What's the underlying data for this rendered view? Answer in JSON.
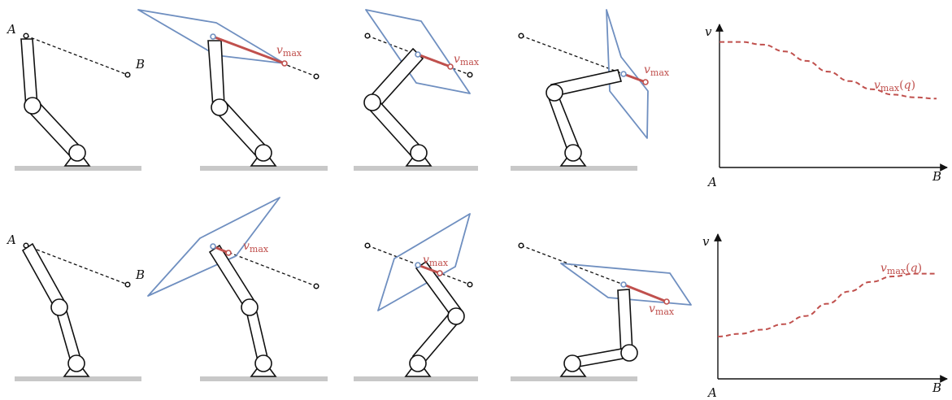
{
  "labels": {
    "A": "A",
    "B": "B",
    "v": "v",
    "vmax_v": "v",
    "vmax_sub": "max",
    "q_open": "(",
    "q": "q",
    "q_close": ")"
  },
  "colors": {
    "path": "#111111",
    "polytope": "#6f8fc0",
    "vmax": "#c0504d",
    "ground": "#c8c8c8"
  },
  "chart_data": [
    {
      "type": "line",
      "row": "top",
      "title": "",
      "xlabel": "A → B",
      "ylabel": "v",
      "x_ticks": [
        "A",
        "B"
      ],
      "series": [
        {
          "name": "vmax(q)",
          "style": "dashed",
          "color": "#c0504d",
          "x": [
            0.0,
            0.1,
            0.2,
            0.3,
            0.4,
            0.5,
            0.6,
            0.7,
            0.8,
            0.9,
            1.0
          ],
          "values": [
            0.93,
            0.93,
            0.91,
            0.86,
            0.79,
            0.71,
            0.64,
            0.58,
            0.54,
            0.52,
            0.51
          ]
        }
      ]
    },
    {
      "type": "line",
      "row": "bottom",
      "title": "",
      "xlabel": "A → B",
      "ylabel": "v",
      "x_ticks": [
        "A",
        "B"
      ],
      "series": [
        {
          "name": "vmax(q)",
          "style": "dashed",
          "color": "#c0504d",
          "x": [
            0.0,
            0.1,
            0.2,
            0.3,
            0.4,
            0.5,
            0.6,
            0.7,
            0.8,
            0.9,
            1.0
          ],
          "values": [
            0.31,
            0.33,
            0.36,
            0.4,
            0.46,
            0.55,
            0.64,
            0.71,
            0.75,
            0.77,
            0.77
          ]
        }
      ]
    }
  ]
}
